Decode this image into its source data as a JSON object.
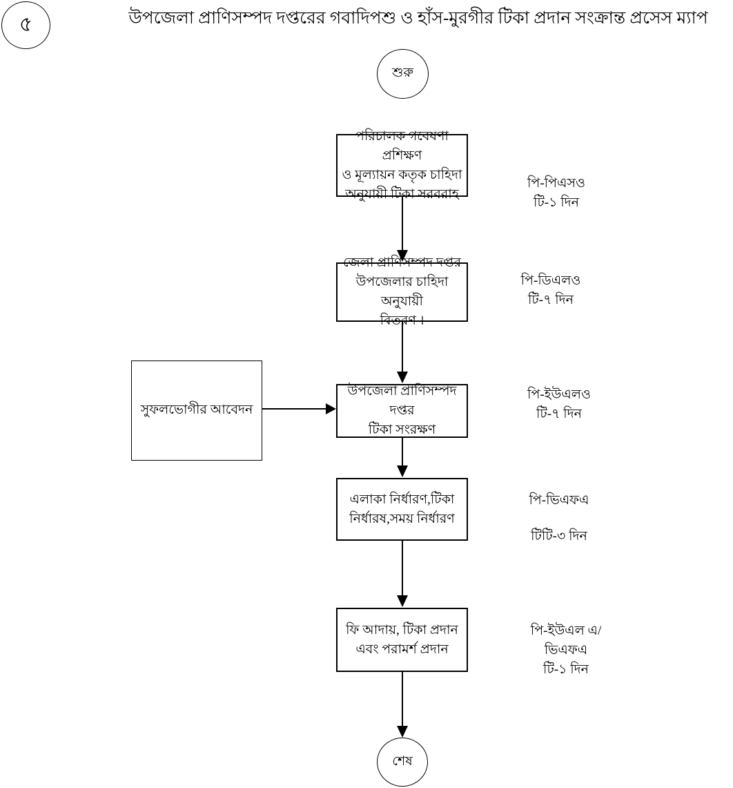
{
  "page": {
    "badge": "৫",
    "title": "উপজেলা প্রাণিসম্পদ দপ্তরের গবাদিপশু ও হাঁস-মুরগীর টিকা প্রদান সংক্রান্ত  প্রসেস ম্যাপ"
  },
  "flowchart": {
    "start_label": "শুরু",
    "end_label": "শেষ",
    "input_box": "সুফলভোগীর আবেদন",
    "steps": [
      {
        "lines": [
          "পরিচালক গবেষণা প্রশিক্ষণ",
          "ও মূল্যায়ন কতৃক চাহিদা",
          "অনুযায়ী টিকা সরবরাহ"
        ],
        "label_lines": [
          "পি-পিএসও",
          "টি-১ দিন"
        ]
      },
      {
        "lines": [
          "জেলা প্রাণিসম্পদ দপ্তর",
          "উপজেলার চাহিদা অনুযায়ী",
          "বিতরণ ।"
        ],
        "label_lines": [
          "পি-ডিএলও",
          "টি-৭ দিন"
        ]
      },
      {
        "lines": [
          "উপজেলা প্রাণিসম্পদ দপ্তর",
          "টিকা সংরক্ষণ"
        ],
        "label_lines": [
          "পি-ইউএলও",
          "টি-৭ দিন"
        ]
      },
      {
        "lines": [
          "এলাকা নির্ধারণ,টিকা",
          "নির্ধারষ,সময় নির্ধারণ"
        ],
        "label_lines": [
          "পি-ভিএফএ",
          "টিটি-৩ দিন"
        ]
      },
      {
        "lines": [
          "ফি আদায়, টিকা প্রদান",
          "এবং পরামর্শ প্রদান"
        ],
        "label_lines": [
          "পি-ইউএল এ/",
          "ভিএফএ",
          "টি-১ দিন"
        ]
      }
    ]
  }
}
